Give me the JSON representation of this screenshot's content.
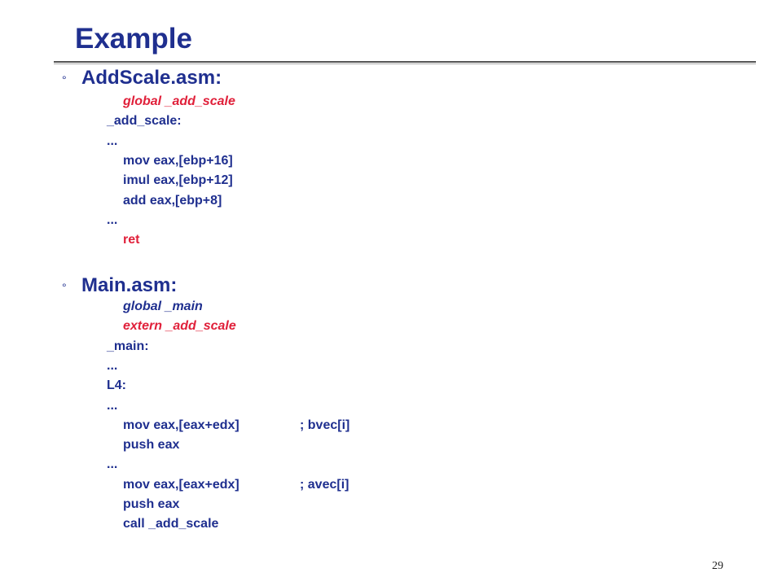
{
  "title": "Example",
  "sections": [
    {
      "bullet": "°",
      "heading": "AddScale.asm:",
      "lines": [
        {
          "text": "global _add_scale",
          "indent": 2,
          "color": "#e0203a",
          "italic": true
        },
        {
          "text": "_add_scale:",
          "indent": 1,
          "color": "#1f2f8f",
          "italic": false
        },
        {
          "text": "...",
          "indent": 1,
          "color": "#1f2f8f",
          "italic": false
        },
        {
          "text": "mov eax,[ebp+16]",
          "indent": 2,
          "color": "#1f2f8f",
          "italic": false
        },
        {
          "text": "imul eax,[ebp+12]",
          "indent": 2,
          "color": "#1f2f8f",
          "italic": false
        },
        {
          "text": "add eax,[ebp+8]",
          "indent": 2,
          "color": "#1f2f8f",
          "italic": false
        },
        {
          "text": "...",
          "indent": 1,
          "color": "#1f2f8f",
          "italic": false
        },
        {
          "text": "ret",
          "indent": 2,
          "color": "#e0203a",
          "italic": false
        }
      ]
    },
    {
      "bullet": "°",
      "heading": "Main.asm:",
      "lines": [
        {
          "text": "global _main",
          "indent": 2,
          "color": "#1f2f8f",
          "italic": true
        },
        {
          "text": "extern _add_scale",
          "indent": 2,
          "color": "#e0203a",
          "italic": true
        },
        {
          "text": "_main:",
          "indent": 1,
          "color": "#1f2f8f",
          "italic": false
        },
        {
          "text": "...",
          "indent": 1,
          "color": "#1f2f8f",
          "italic": false
        },
        {
          "text": "L4:",
          "indent": 1,
          "color": "#1f2f8f",
          "italic": false
        },
        {
          "text": "...",
          "indent": 1,
          "color": "#1f2f8f",
          "italic": false
        },
        {
          "text": "mov eax,[eax+edx]",
          "comment": "; bvec[i]",
          "indent": 2,
          "color": "#1f2f8f",
          "italic": false
        },
        {
          "text": "push eax",
          "indent": 2,
          "color": "#1f2f8f",
          "italic": false
        },
        {
          "text": "...",
          "indent": 1,
          "color": "#1f2f8f",
          "italic": false
        },
        {
          "text": "mov eax,[eax+edx]",
          "comment": "; avec[i]",
          "indent": 2,
          "color": "#1f2f8f",
          "italic": false
        },
        {
          "text": "push eax",
          "indent": 2,
          "color": "#1f2f8f",
          "italic": false
        },
        {
          "text": "call _add_scale",
          "indent": 2,
          "color": "#1f2f8f",
          "italic": false
        }
      ]
    }
  ],
  "page_number": "29"
}
